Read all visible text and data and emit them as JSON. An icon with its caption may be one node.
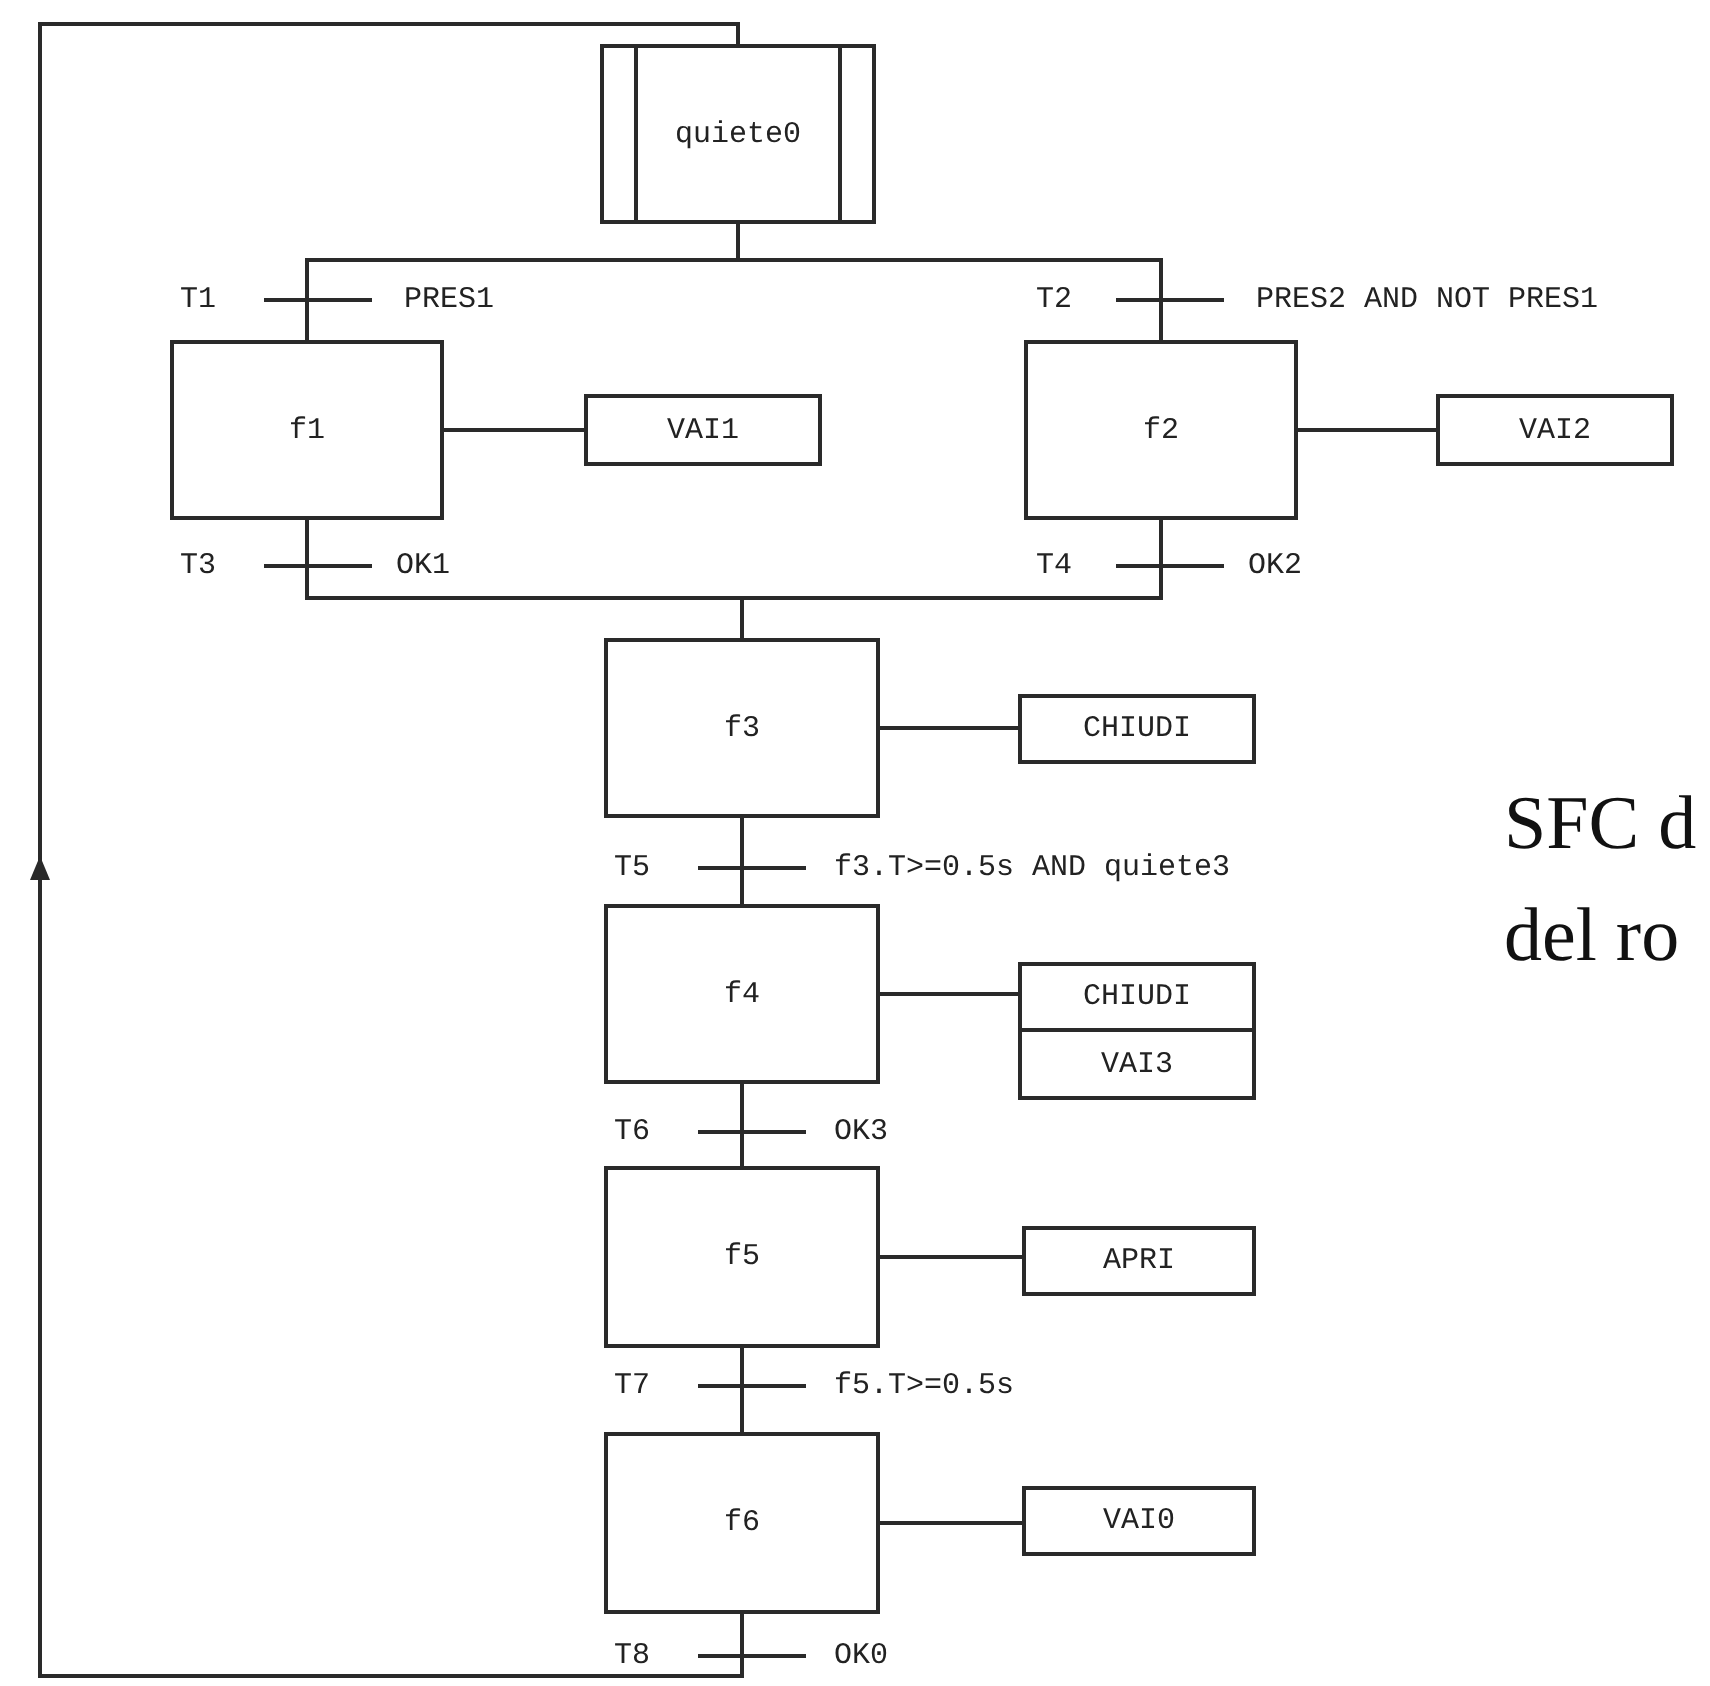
{
  "diagram": {
    "nodes": [
      {
        "text": [
          "quiete0"
        ]
      },
      {
        "text": [
          "f1"
        ]
      },
      {
        "text": [
          "VAI1"
        ]
      },
      {
        "text": [
          "f2"
        ]
      },
      {
        "text": [
          "VAI2"
        ]
      },
      {
        "text": [
          "f3"
        ]
      },
      {
        "text": [
          "CHIUDI"
        ]
      },
      {
        "text": [
          "f4"
        ]
      },
      {
        "text": [
          "CHIUDI"
        ]
      },
      {
        "text": [
          "VAI3"
        ]
      },
      {
        "text": [
          "f5"
        ]
      },
      {
        "text": [
          "APRI"
        ]
      },
      {
        "text": [
          "f6"
        ]
      },
      {
        "text": [
          "VAI0"
        ]
      }
    ],
    "edges": [
      {
        "from": 0,
        "to": 1,
        "arrow": "none",
        "label": "PRES1"
      },
      {
        "from": 0,
        "to": 3,
        "arrow": "none",
        "label": "PRES2 AND NOT PRES1"
      },
      {
        "from": 1,
        "to": 2,
        "arrow": "none"
      },
      {
        "from": 3,
        "to": 4,
        "arrow": "none"
      },
      {
        "from": 1,
        "to": 5,
        "arrow": "none",
        "label": "OK1"
      },
      {
        "from": 3,
        "to": 5,
        "arrow": "none",
        "label": "OK2"
      },
      {
        "from": 5,
        "to": 6,
        "arrow": "none"
      },
      {
        "from": 5,
        "to": 7,
        "arrow": "none",
        "label": "f3.T>=0.5s AND quiete3"
      },
      {
        "from": 7,
        "to": 8,
        "arrow": "none"
      },
      {
        "from": 7,
        "to": 10,
        "arrow": "none",
        "label": "OK3"
      },
      {
        "from": 10,
        "to": 11,
        "arrow": "none"
      },
      {
        "from": 10,
        "to": 12,
        "arrow": "none",
        "label": "f5.T>=0.5s"
      },
      {
        "from": 12,
        "to": 13,
        "arrow": "none"
      },
      {
        "from": 12,
        "to": 0,
        "arrow": "to",
        "label": "OK0"
      }
    ],
    "labels": [
      "T1",
      "T2",
      "T3",
      "T4",
      "SFC d",
      "T5",
      "del ro",
      "T6",
      "T7",
      "T8"
    ]
  }
}
